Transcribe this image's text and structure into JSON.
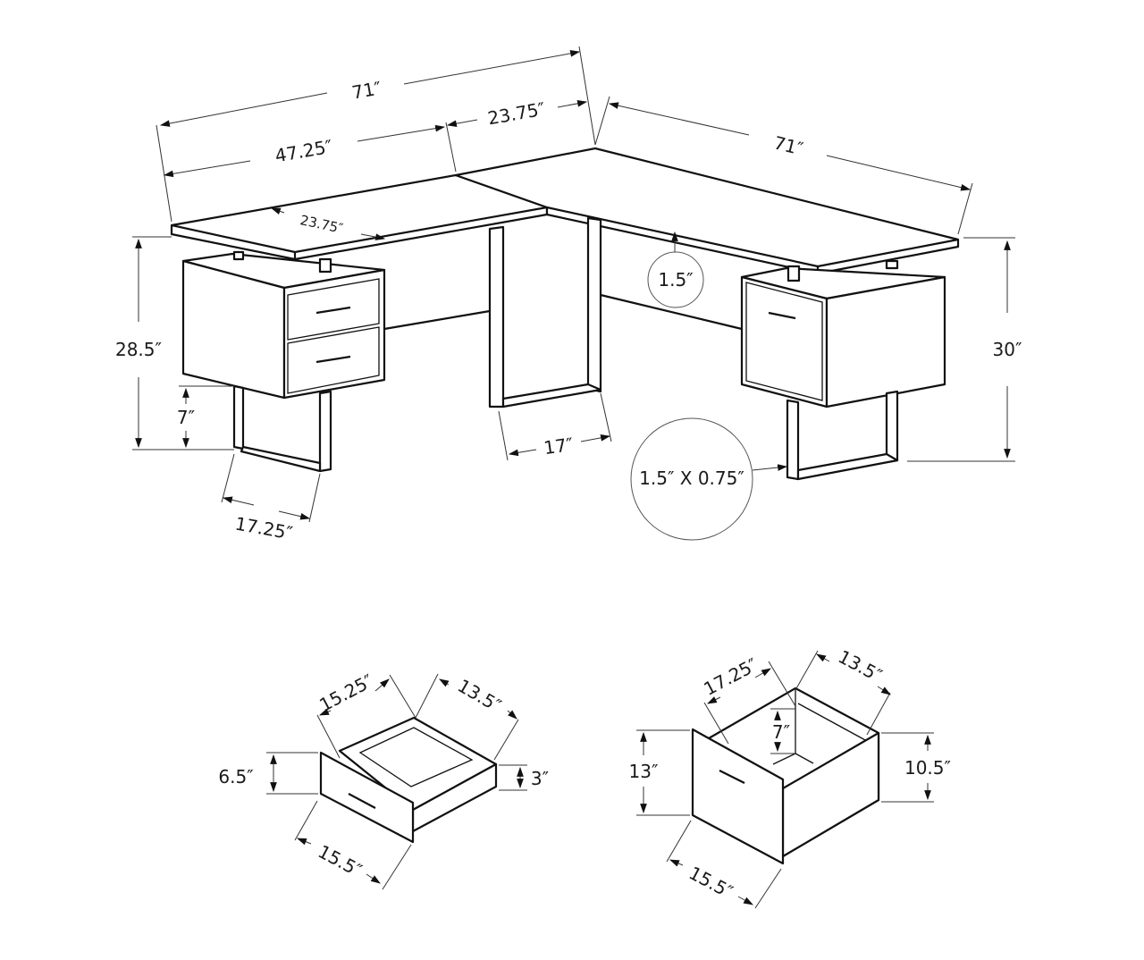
{
  "diagram": {
    "subject": "L-shaped desk with drawer pedestals",
    "line_color": "#111111",
    "background": "#ffffff"
  },
  "desk": {
    "overall_width_left": "71″",
    "left_section": "47.25″",
    "corner_section": "23.75″",
    "left_depth": "23.75″",
    "overall_width_right": "71″",
    "top_thickness": "1.5″",
    "pedestal_height": "28.5″",
    "leg_clearance": "7″",
    "left_leg_depth": "17.25″",
    "center_leg_depth": "17″",
    "total_height": "30″",
    "leg_profile": "1.5″ X 0.75″"
  },
  "small_drawer": {
    "width": "15.25″",
    "depth": "13.5″",
    "front_height": "6.5″",
    "side_height": "3″",
    "front_width": "15.5″"
  },
  "file_drawer": {
    "width": "17.25″",
    "depth": "13.5″",
    "inner_height": "7″",
    "front_height": "13″",
    "side_height": "10.5″",
    "front_width": "15.5″"
  }
}
